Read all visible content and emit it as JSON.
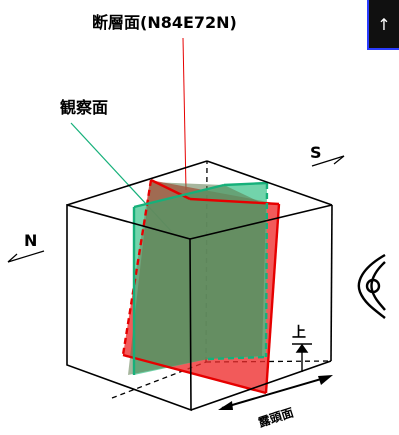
{
  "labels": {
    "fault_plane": "断層面(N84E72N)",
    "observation_plane": "観察面",
    "north": "N",
    "south": "S",
    "outcrop_face": "露頭面",
    "up": "上"
  },
  "corner_button": {
    "glyph": "↑"
  },
  "icons": {
    "viewer": "eye-icon"
  },
  "colors": {
    "fault_plane_fill": "#ee2b2b",
    "fault_plane_edge": "#e60000",
    "observation_plane_fill": "#3cc48a",
    "observation_plane_edge": "#16b07a",
    "overlap_fill": "#5c7a4c",
    "outline": "#000000"
  }
}
